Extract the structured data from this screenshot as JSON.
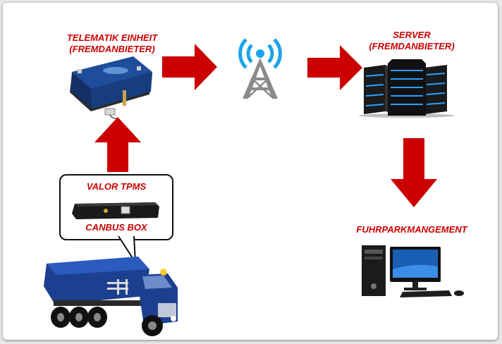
{
  "diagram": {
    "telematics": {
      "line1": "TELEMATIK EINHEIT",
      "line2": "(FREMDANBIETER)"
    },
    "server": {
      "line1": "SERVER",
      "line2": "(FREMDANBIETER)"
    },
    "fleet": "FUHRPARKMANGEMENT",
    "tpms": "VALOR TPMS",
    "canbus": "CANBUS BOX"
  },
  "colors": {
    "arrow": "#cc0000",
    "label": "#cc0000",
    "device_blue": "#1e4d9c",
    "truck_blue": "#1d3f8f",
    "server_glow": "#2aa0ff"
  }
}
